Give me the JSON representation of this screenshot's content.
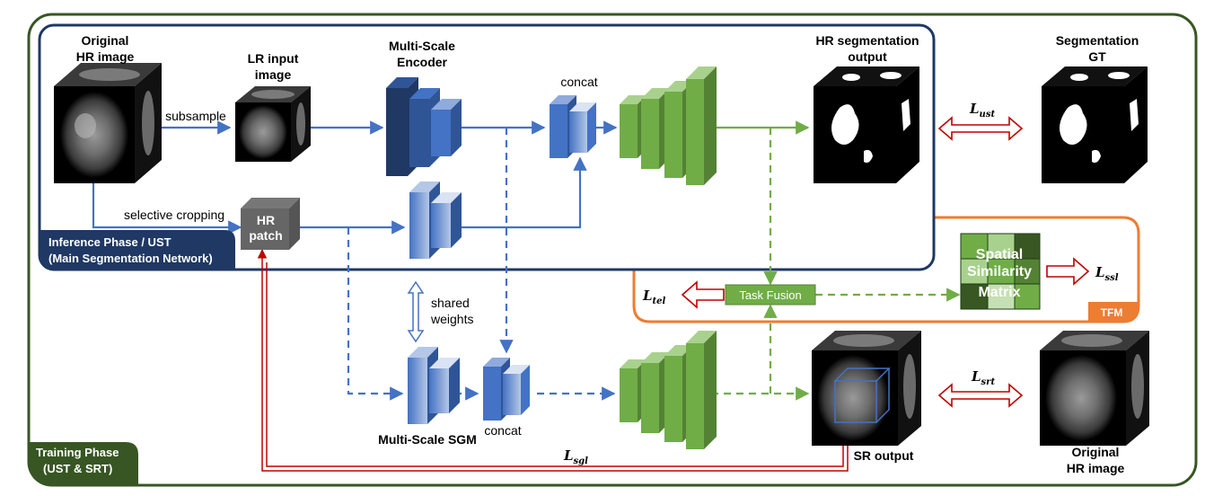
{
  "labels": {
    "original_hr_top": [
      "Original",
      "HR image"
    ],
    "lr_input": [
      "LR input",
      "image"
    ],
    "encoder": [
      "Multi-Scale",
      "Encoder"
    ],
    "concat_top": "concat",
    "hr_seg_output": [
      "HR segmentation",
      "output"
    ],
    "seg_gt": [
      "Segmentation",
      "GT"
    ],
    "subsample": "subsample",
    "selective_cropping": "selective cropping",
    "hr_patch": [
      "HR",
      "patch"
    ],
    "inference_phase": [
      "Inference Phase / UST",
      "(Main Segmentation Network)"
    ],
    "shared_weights": [
      "shared",
      "weights"
    ],
    "task_fusion": "Task Fusion",
    "spatial_similarity": [
      "Spatial",
      "Similarity",
      "Matrix"
    ],
    "tfm": "TFM",
    "multiscale_sgm": "Multi-Scale SGM",
    "concat_bottom": "concat",
    "sr_output": "SR output",
    "original_hr_bottom": [
      "Original",
      "HR image"
    ],
    "training_phase": [
      "Training Phase",
      "(UST & SRT)"
    ]
  },
  "losses": {
    "ust": {
      "main": "L",
      "sub": "ust"
    },
    "ssl": {
      "main": "L",
      "sub": "ssl"
    },
    "tel": {
      "main": "L",
      "sub": "tel"
    },
    "srt": {
      "main": "L",
      "sub": "srt"
    },
    "sgl": {
      "main": "L",
      "sub": "sgl"
    }
  },
  "colors": {
    "training_border": "#375623",
    "inference_border": "#1f3864",
    "tfm_border": "#ed7d31",
    "blue_arrow": "#4472c4",
    "green_arrow": "#70ad47",
    "red_arrow": "#c00000",
    "encoder_dark": "#203864",
    "encoder_mid": "#2f5597",
    "encoder_light": "#4472c4",
    "decoder_green": "#70ad47"
  }
}
